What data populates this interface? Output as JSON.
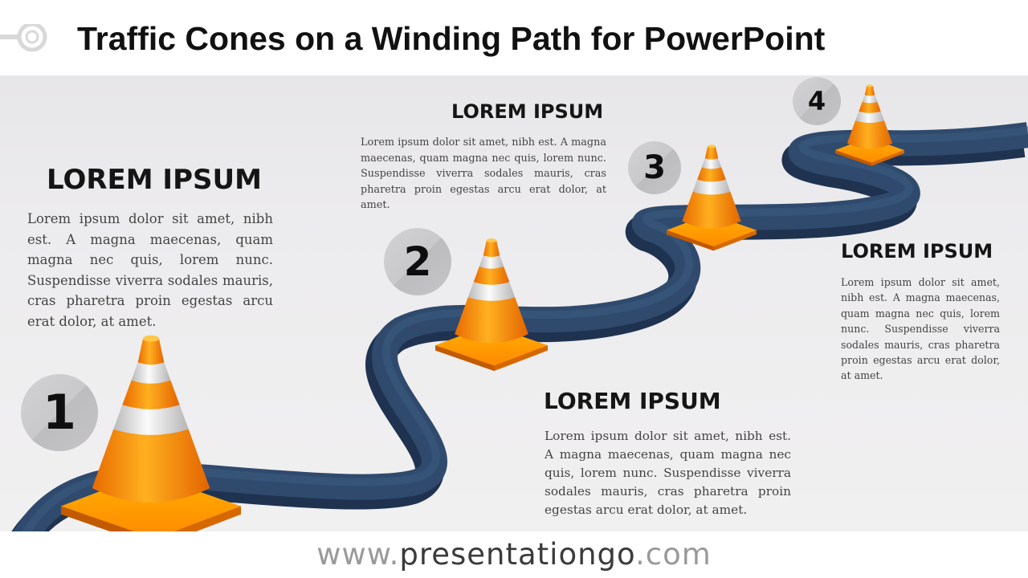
{
  "slide": {
    "title": "Traffic Cones on a Winding Path for PowerPoint",
    "path_color": "#2e4a6e",
    "cone_orange": "#ff8c00",
    "cone_stripe": "#d9d9d9"
  },
  "steps": [
    {
      "number": "1",
      "heading": "LOREM IPSUM",
      "text": "Lorem ipsum dolor sit amet, nibh est. A magna maecenas, quam magna nec quis, lorem nunc. Suspendisse viverra sodales mauris, cras pharetra proin egestas arcu erat dolor, at amet."
    },
    {
      "number": "2",
      "heading": "LOREM IPSUM",
      "text": "Lorem ipsum dolor sit amet, nibh est. A magna maecenas, quam magna nec quis, lorem nunc. Suspendisse viverra sodales mauris, cras pharetra proin egestas arcu erat dolor, at amet."
    },
    {
      "number": "3",
      "heading": "LOREM IPSUM",
      "text": "Lorem ipsum dolor sit amet, nibh est. A magna maecenas, quam magna nec quis, lorem nunc. Suspendisse viverra sodales mauris, cras pharetra proin egestas arcu erat dolor, at amet."
    },
    {
      "number": "4",
      "heading": "LOREM IPSUM",
      "text": "Lorem ipsum dolor sit amet, nibh est. A magna maecenas, quam magna nec quis, lorem nunc. Suspendisse viverra sodales mauris, cras pharetra proin egestas arcu erat dolor, at amet."
    }
  ],
  "footer": {
    "prefix": "www.",
    "domain": "presentationgo",
    "suffix": ".com"
  }
}
